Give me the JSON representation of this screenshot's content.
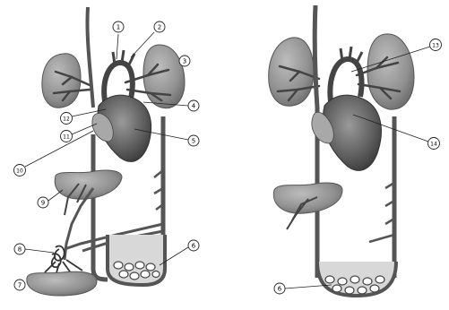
{
  "labels": {
    "n1": "1",
    "n2": "2",
    "n3": "3",
    "n4": "4",
    "n5": "5",
    "n6": "6",
    "n7": "7",
    "n8": "8",
    "n9": "9",
    "n10": "10",
    "n11": "11",
    "n12": "12",
    "n13": "13",
    "n14": "14",
    "n6b": "6"
  }
}
